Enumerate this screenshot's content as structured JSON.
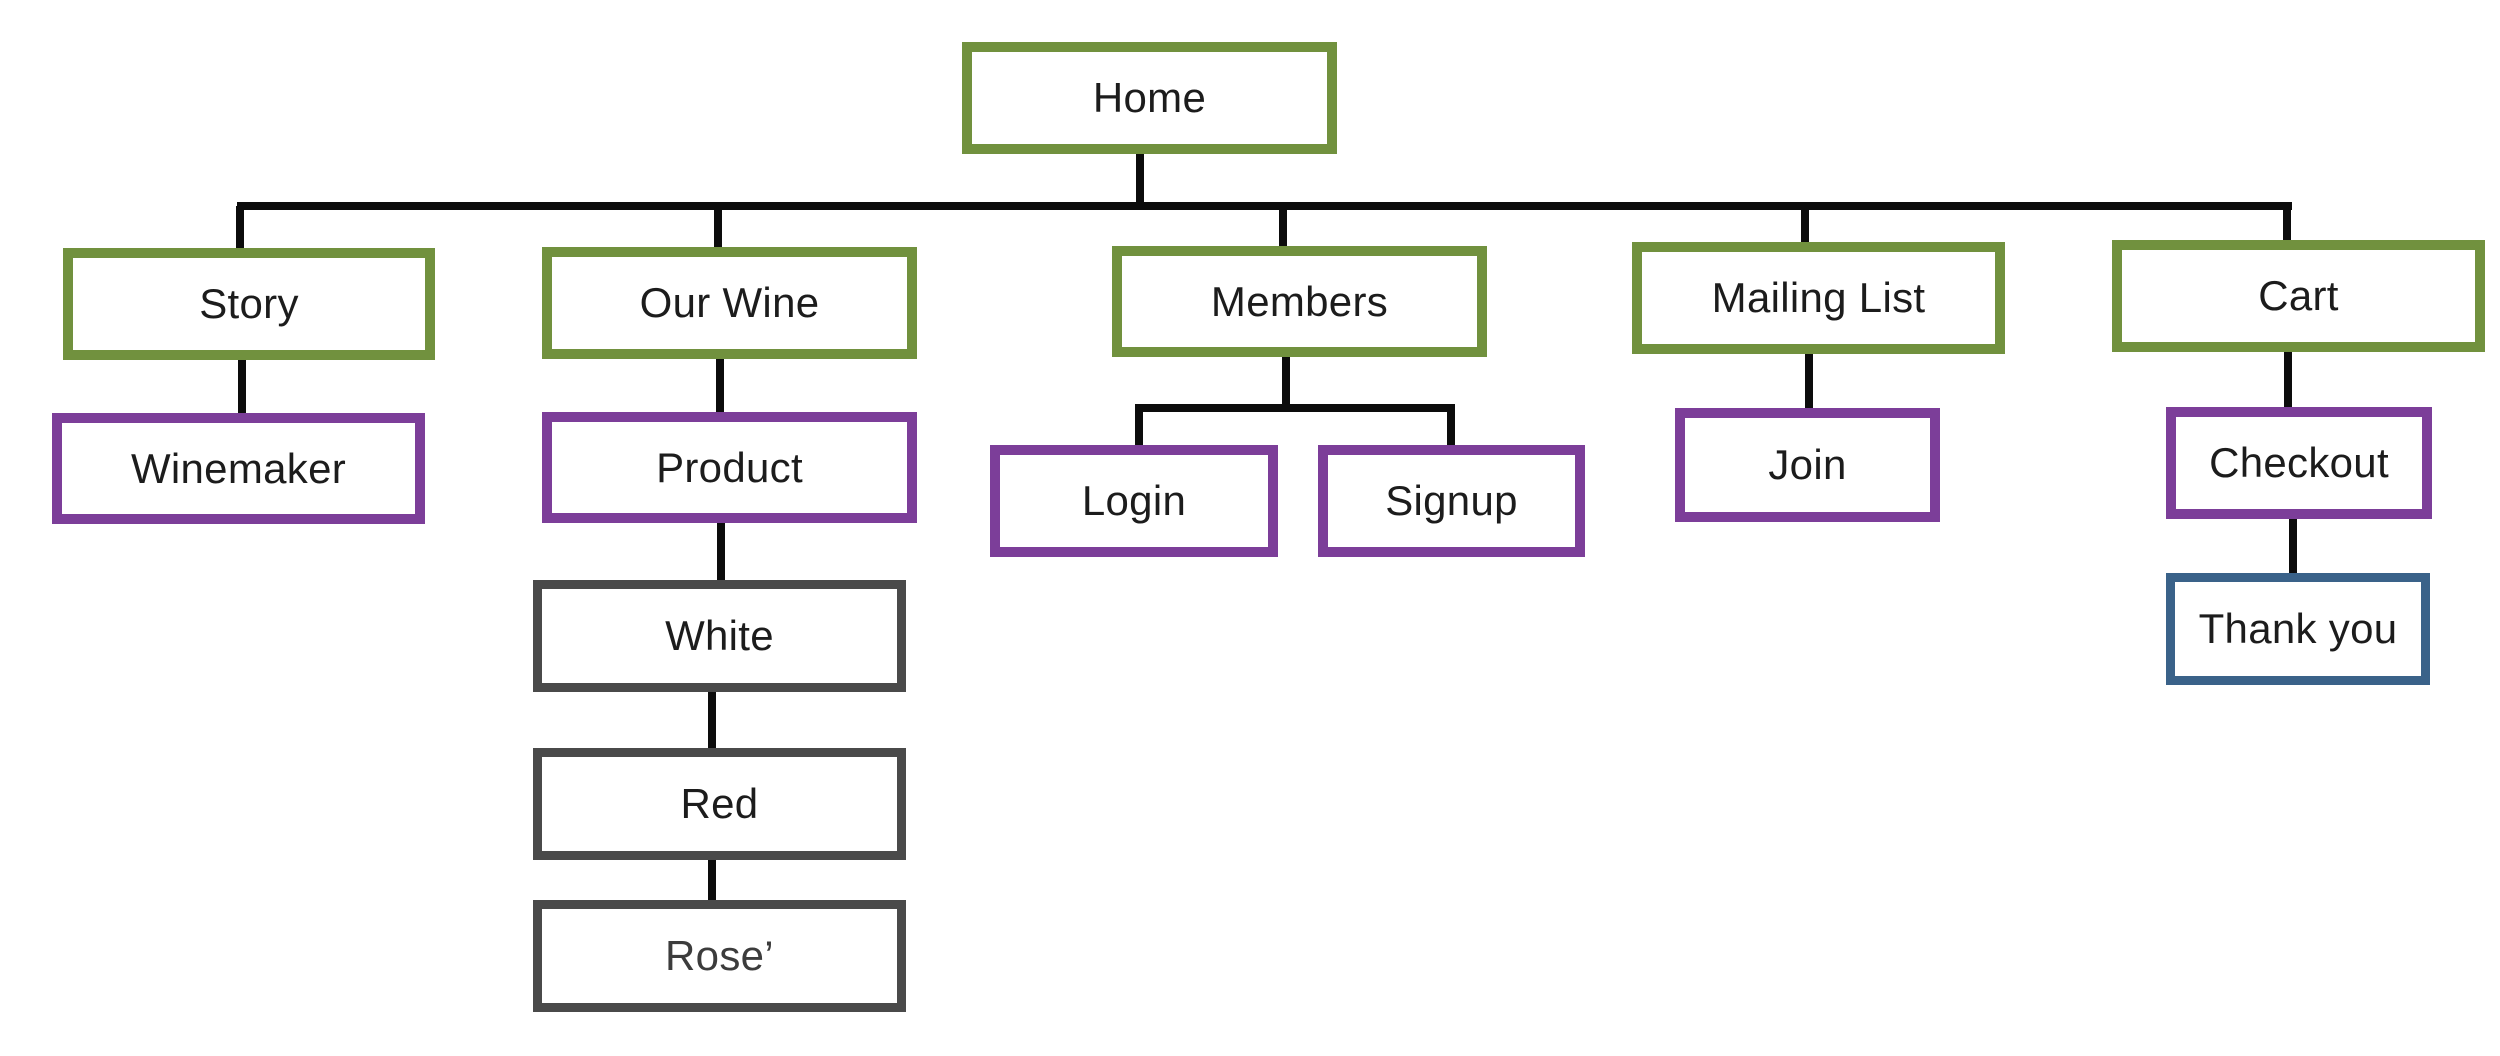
{
  "diagram": {
    "type": "sitemap-flowchart",
    "background": "#FFFFFF",
    "connector_color": "#0C0C0C",
    "palette": {
      "top_level_border": "#71913E",
      "second_level_border": "#7C3E99",
      "third_level_border": "#4A4A4A",
      "final_level_border": "#3A6289",
      "text": "#1C1C1C",
      "text_muted": "#3C3C3C"
    },
    "nodes": [
      {
        "id": "home",
        "label": "Home",
        "border": "green"
      },
      {
        "id": "story",
        "label": "Story",
        "border": "green"
      },
      {
        "id": "winemaker",
        "label": "Winemaker",
        "border": "purple"
      },
      {
        "id": "our-wine",
        "label": "Our Wine",
        "border": "green"
      },
      {
        "id": "product",
        "label": "Product",
        "border": "purple"
      },
      {
        "id": "white",
        "label": "White",
        "border": "gray"
      },
      {
        "id": "red",
        "label": "Red",
        "border": "gray"
      },
      {
        "id": "rose",
        "label": "Rose’",
        "border": "gray"
      },
      {
        "id": "members",
        "label": "Members",
        "border": "green"
      },
      {
        "id": "login",
        "label": "Login",
        "border": "purple"
      },
      {
        "id": "signup",
        "label": "Signup",
        "border": "purple"
      },
      {
        "id": "mailing",
        "label": "Mailing List",
        "border": "green"
      },
      {
        "id": "join",
        "label": "Join",
        "border": "purple"
      },
      {
        "id": "cart",
        "label": "Cart",
        "border": "green"
      },
      {
        "id": "checkout",
        "label": "Checkout",
        "border": "purple"
      },
      {
        "id": "thankyou",
        "label": "Thank you",
        "border": "blue"
      }
    ],
    "edges": [
      {
        "from": "home",
        "to": "story"
      },
      {
        "from": "home",
        "to": "our-wine"
      },
      {
        "from": "home",
        "to": "members"
      },
      {
        "from": "home",
        "to": "mailing"
      },
      {
        "from": "home",
        "to": "cart"
      },
      {
        "from": "story",
        "to": "winemaker"
      },
      {
        "from": "our-wine",
        "to": "product"
      },
      {
        "from": "product",
        "to": "white"
      },
      {
        "from": "white",
        "to": "red"
      },
      {
        "from": "red",
        "to": "rose"
      },
      {
        "from": "members",
        "to": "login"
      },
      {
        "from": "members",
        "to": "signup"
      },
      {
        "from": "mailing",
        "to": "join"
      },
      {
        "from": "cart",
        "to": "checkout"
      },
      {
        "from": "checkout",
        "to": "thankyou"
      }
    ]
  }
}
